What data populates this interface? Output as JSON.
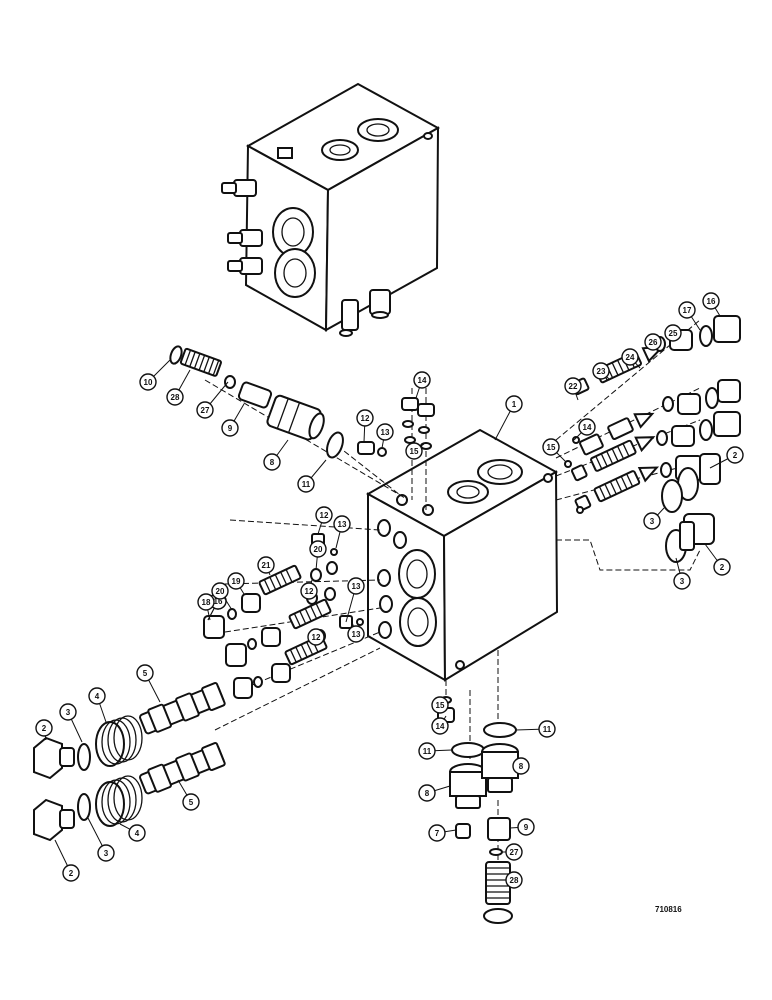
{
  "reference_code": "710816",
  "callouts": [
    {
      "id": "c1",
      "label": "1"
    },
    {
      "id": "c2a",
      "label": "2"
    },
    {
      "id": "c2b",
      "label": "2"
    },
    {
      "id": "c2c",
      "label": "2"
    },
    {
      "id": "c2d",
      "label": "2"
    },
    {
      "id": "c3a",
      "label": "3"
    },
    {
      "id": "c3b",
      "label": "3"
    },
    {
      "id": "c3c",
      "label": "3"
    },
    {
      "id": "c3d",
      "label": "3"
    },
    {
      "id": "c4a",
      "label": "4"
    },
    {
      "id": "c4b",
      "label": "4"
    },
    {
      "id": "c5a",
      "label": "5"
    },
    {
      "id": "c5b",
      "label": "5"
    },
    {
      "id": "c7",
      "label": "7"
    },
    {
      "id": "c8a",
      "label": "8"
    },
    {
      "id": "c8b",
      "label": "8"
    },
    {
      "id": "c8c",
      "label": "8"
    },
    {
      "id": "c9a",
      "label": "9"
    },
    {
      "id": "c9b",
      "label": "9"
    },
    {
      "id": "c10a",
      "label": "10"
    },
    {
      "id": "c10b",
      "label": "10"
    },
    {
      "id": "c11a",
      "label": "11"
    },
    {
      "id": "c11b",
      "label": "11"
    },
    {
      "id": "c11c",
      "label": "11"
    },
    {
      "id": "c12a",
      "label": "12"
    },
    {
      "id": "c12b",
      "label": "12"
    },
    {
      "id": "c12c",
      "label": "12"
    },
    {
      "id": "c12d",
      "label": "12"
    },
    {
      "id": "c13a",
      "label": "13"
    },
    {
      "id": "c13b",
      "label": "13"
    },
    {
      "id": "c13c",
      "label": "13"
    },
    {
      "id": "c13d",
      "label": "13"
    },
    {
      "id": "c14a",
      "label": "14"
    },
    {
      "id": "c14b",
      "label": "14"
    },
    {
      "id": "c14c",
      "label": "14"
    },
    {
      "id": "c15a",
      "label": "15"
    },
    {
      "id": "c15b",
      "label": "15"
    },
    {
      "id": "c15c",
      "label": "15"
    },
    {
      "id": "c16a",
      "label": "16"
    },
    {
      "id": "c16b",
      "label": "16"
    },
    {
      "id": "c17",
      "label": "17"
    },
    {
      "id": "c18",
      "label": "18"
    },
    {
      "id": "c19",
      "label": "19"
    },
    {
      "id": "c20a",
      "label": "20"
    },
    {
      "id": "c20b",
      "label": "20"
    },
    {
      "id": "c21",
      "label": "21"
    },
    {
      "id": "c22",
      "label": "22"
    },
    {
      "id": "c23",
      "label": "23"
    },
    {
      "id": "c24",
      "label": "24"
    },
    {
      "id": "c25",
      "label": "25"
    },
    {
      "id": "c26",
      "label": "26"
    },
    {
      "id": "c27a",
      "label": "27"
    },
    {
      "id": "c27b",
      "label": "27"
    },
    {
      "id": "c28a",
      "label": "28"
    },
    {
      "id": "c28b",
      "label": "28"
    }
  ]
}
